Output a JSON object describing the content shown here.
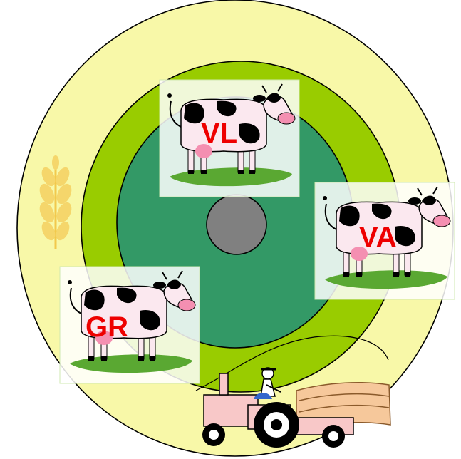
{
  "diagram": {
    "ring_colors": {
      "outer": "#f8f8a8",
      "middle": "#99cc00",
      "inner": "#339966",
      "core": "#808080"
    },
    "cows": [
      {
        "id": "vl",
        "label": "VL"
      },
      {
        "id": "va",
        "label": "VA"
      },
      {
        "id": "gr",
        "label": "GR"
      }
    ],
    "decorations": [
      "wheat-icon",
      "tractor-icon",
      "hay-bales-icon"
    ]
  }
}
